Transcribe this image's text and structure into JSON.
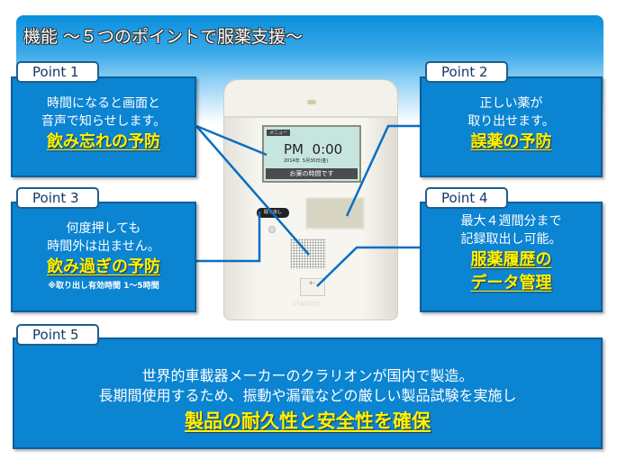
{
  "header": {
    "title": "機能 ～５つのポイントで服薬支援～"
  },
  "points": [
    {
      "label": "Point 1",
      "lines": [
        "時間になると画面と",
        "音声で知らせします。"
      ],
      "highlight": [
        "飲み忘れの予防"
      ]
    },
    {
      "label": "Point 2",
      "lines": [
        "正しい薬が",
        "取り出せます。"
      ],
      "highlight": [
        "誤薬の予防"
      ]
    },
    {
      "label": "Point 3",
      "lines": [
        "何度押しても",
        "時間外は出ません。"
      ],
      "highlight": [
        "飲み過ぎの予防"
      ],
      "note": "※取り出し有効時間 1～5時間"
    },
    {
      "label": "Point 4",
      "lines": [
        "最大４週間分まで",
        "記録取出し可能。"
      ],
      "highlight": [
        "服薬履歴の",
        "データ管理"
      ]
    },
    {
      "label": "Point 5",
      "lines": [
        "世界的車載器メーカーのクラリオンが国内で製造。",
        "長期間使用するため、振動や漏電などの厳しい製品試験を実施し"
      ],
      "highlight": [
        "製品の耐久性と安全性を確保"
      ]
    }
  ],
  "device": {
    "menu": "メニュー",
    "time": "PM  0:00",
    "date": "2014年  5月30日(金)",
    "message": "お薬の時間です",
    "button": "取り出し",
    "brand": "clarion"
  }
}
